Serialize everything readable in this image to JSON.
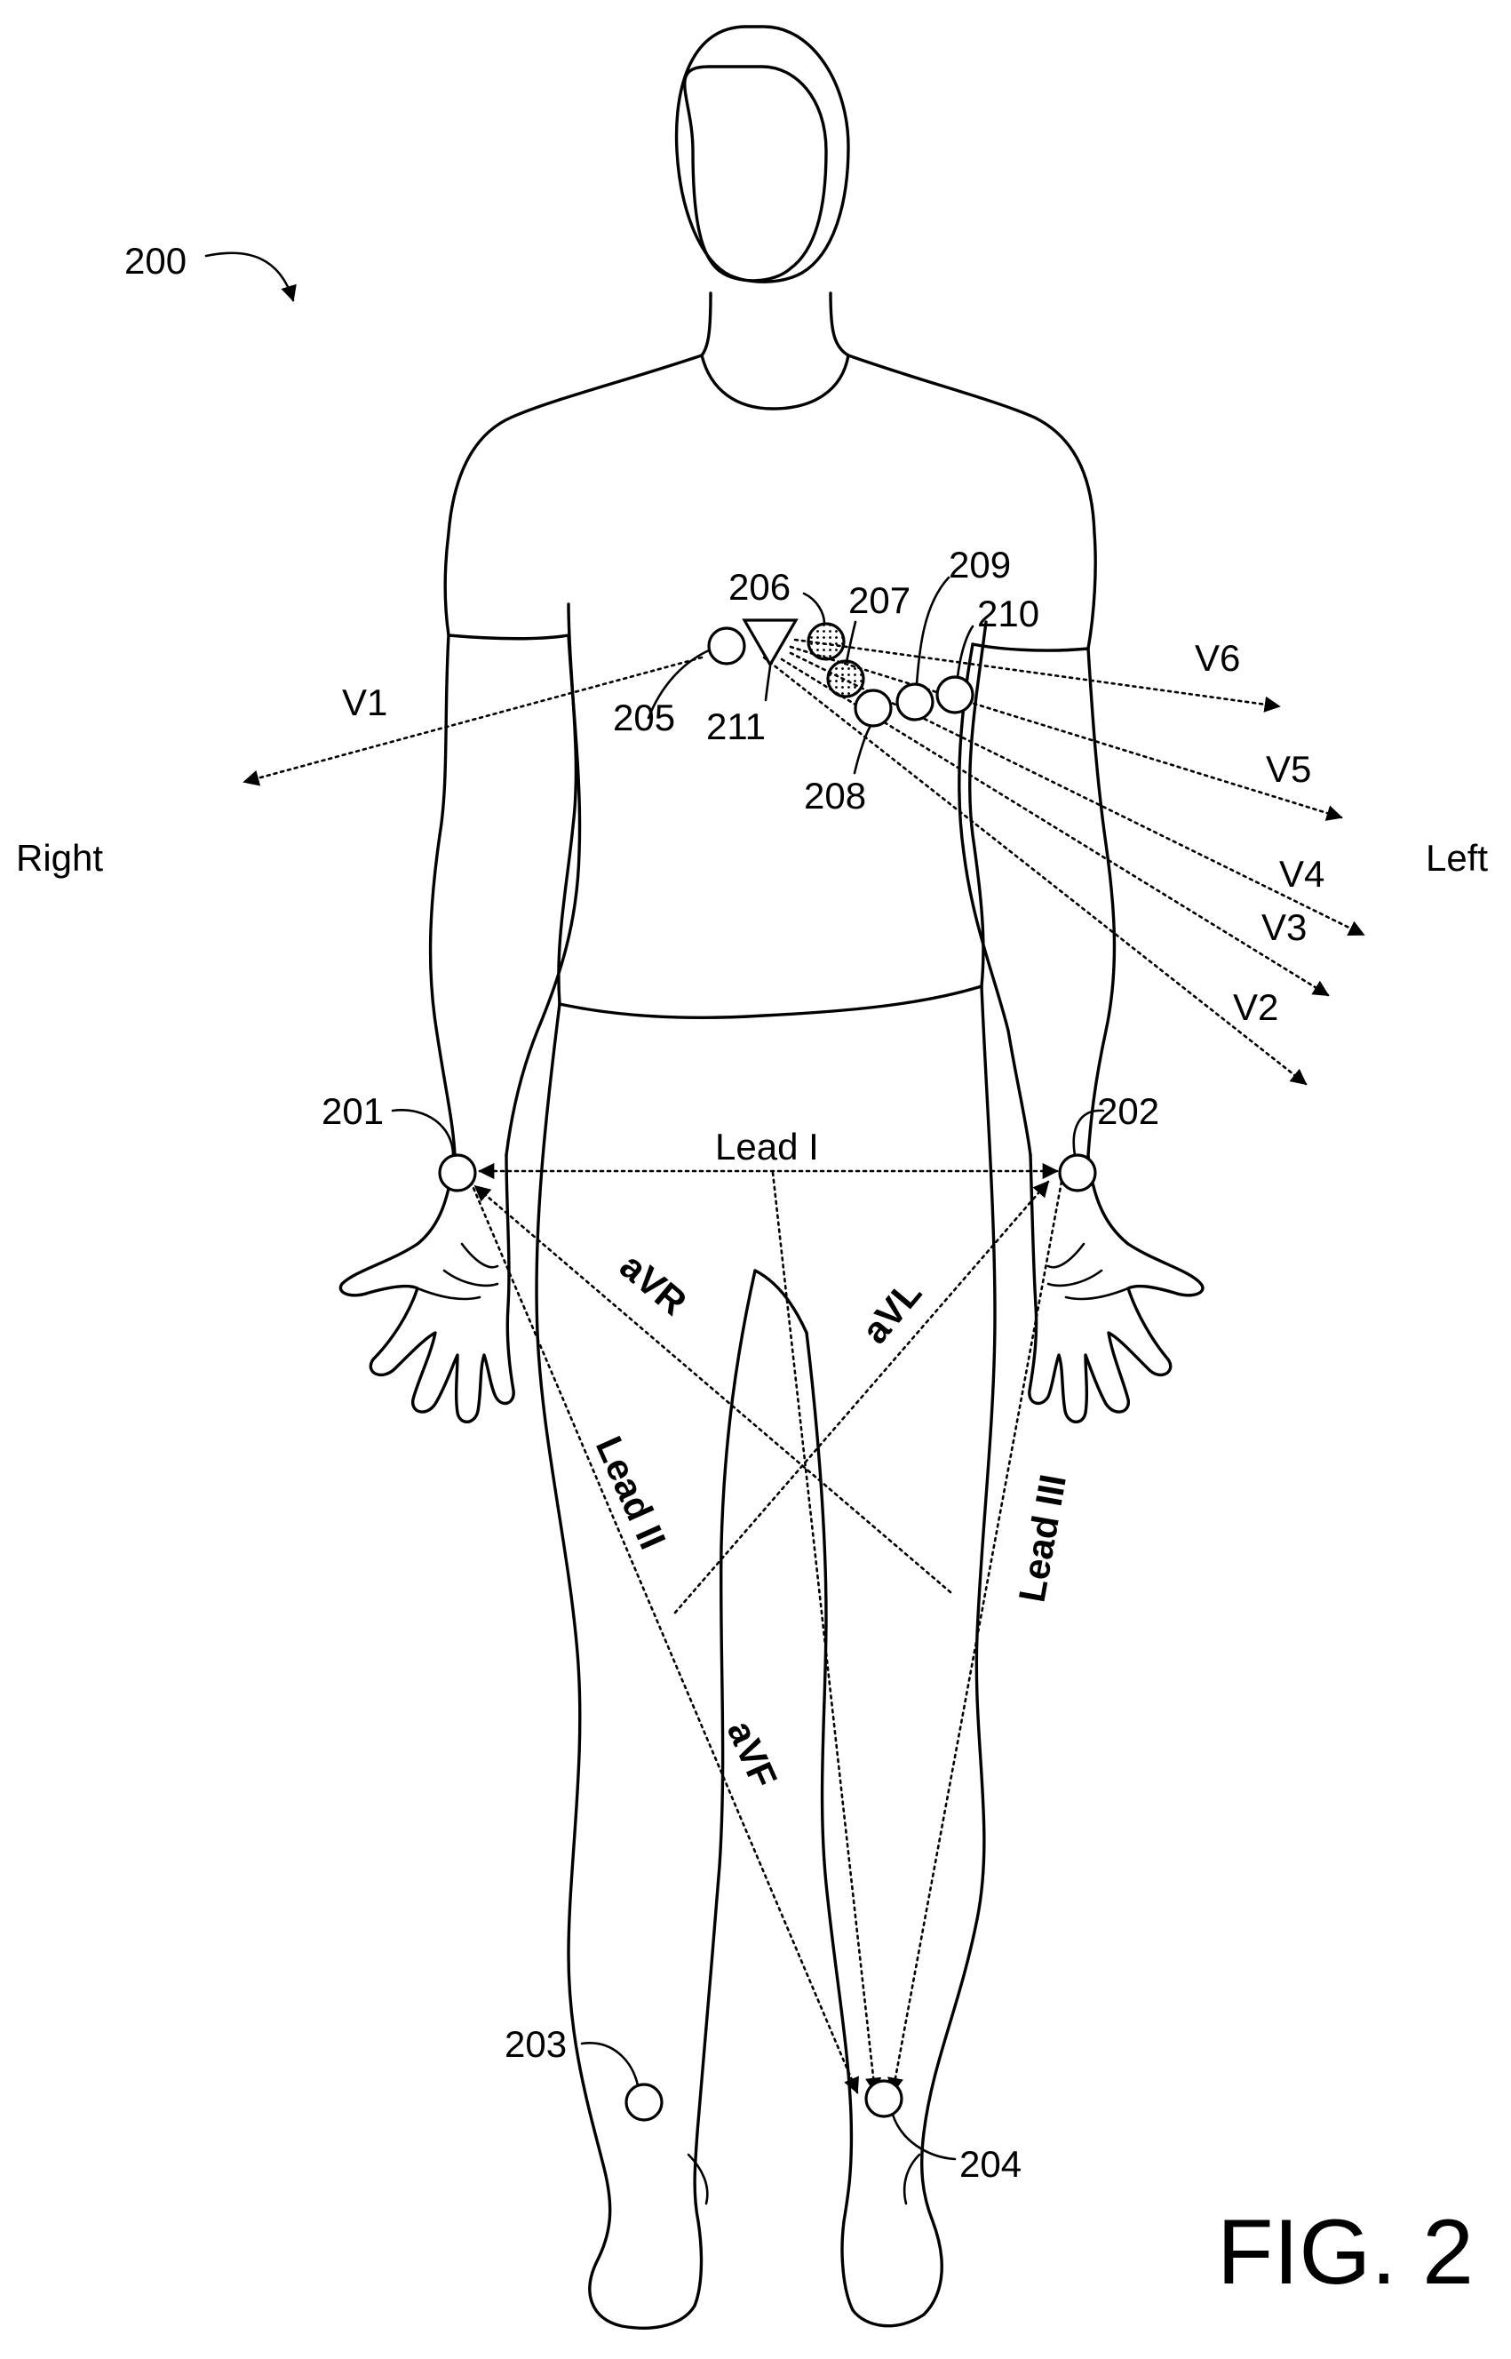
{
  "figure": {
    "ref": "200",
    "title": "FIG. 2",
    "sides": {
      "right": "Right",
      "left": "Left"
    }
  },
  "electrodes": {
    "e201": "201",
    "e202": "202",
    "e203": "203",
    "e204": "204",
    "e205": "205",
    "e206": "206",
    "e207": "207",
    "e208": "208",
    "e209": "209",
    "e210": "210",
    "e211": "211"
  },
  "leads": {
    "lead_i": "Lead I",
    "lead_ii": "Lead II",
    "lead_iii": "Lead III",
    "avr": "aVR",
    "avl": "aVL",
    "avf": "aVF",
    "v1": "V1",
    "v2": "V2",
    "v3": "V3",
    "v4": "V4",
    "v5": "V5",
    "v6": "V6"
  }
}
